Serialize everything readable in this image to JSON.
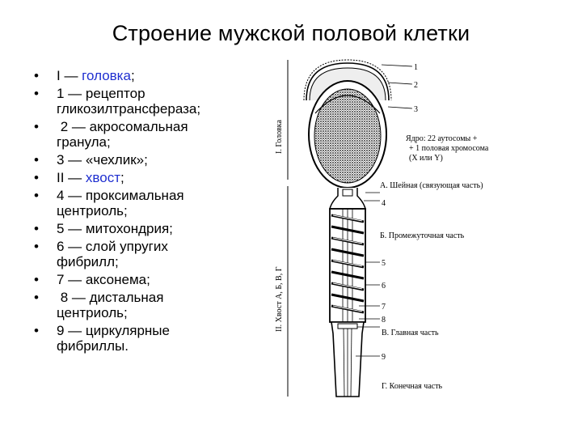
{
  "title": "Строение мужской половой клетки",
  "bullet": "•",
  "items": [
    {
      "plain": "I — ",
      "highlight": "головка",
      "rest": ";"
    },
    {
      "plain": "1 — рецептор",
      "line2": "гликозилтрансфераза;"
    },
    {
      "plain": " 2 — акросомальная",
      "line2": "гранула;"
    },
    {
      "plain": "3 — «чехлик»;"
    },
    {
      "plain": "II — ",
      "highlight": "хвост",
      "rest": ";"
    },
    {
      "plain": "4 — проксимальная",
      "line2": "центриоль;"
    },
    {
      "plain": "5 — митохондрия;"
    },
    {
      "plain": "6 — слой упругих",
      "line2": "фибрилл;"
    },
    {
      "plain": "7 — аксонема;"
    },
    {
      "plain": " 8 — дистальная",
      "line2": "центриоль;"
    },
    {
      "plain": "9 — циркулярные",
      "line2": "фибриллы."
    }
  ],
  "figure": {
    "vertical_labels": {
      "head": "I. Головка",
      "tail": "II. Хвост А, Б, В, Г"
    },
    "numbers": [
      "1",
      "2",
      "3",
      "4",
      "5",
      "6",
      "7",
      "8",
      "9"
    ],
    "labels": {
      "nucleus_1": "Ядро: 22 аутосомы +",
      "nucleus_2": "+ 1 половая хромосома",
      "nucleus_3": "(X или Y)",
      "neck": "А. Шейная (связующая часть)",
      "middle": "Б. Промежуточная часть",
      "main": "В. Главная часть",
      "end": "Г. Конечная часть"
    }
  }
}
